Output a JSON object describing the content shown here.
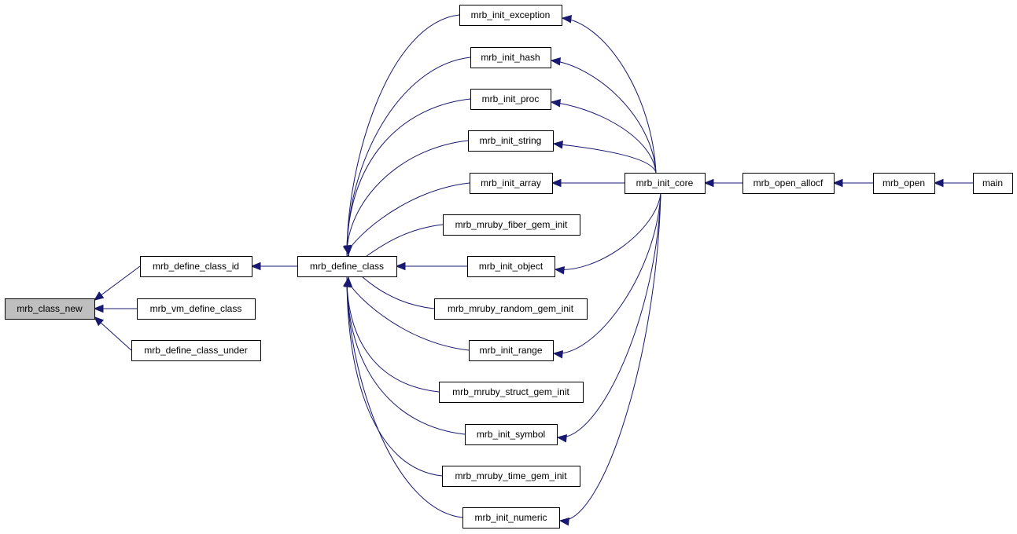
{
  "graph": {
    "type": "caller-graph",
    "colors": {
      "edge": "#191970",
      "node_border": "#000000",
      "node_fill": "#ffffff",
      "current_node_fill": "#bfbfbf"
    },
    "nodes": [
      {
        "id": "mrb_class_new",
        "label": "mrb_class_new",
        "current": true
      },
      {
        "id": "mrb_define_class_id",
        "label": "mrb_define_class_id"
      },
      {
        "id": "mrb_vm_define_class",
        "label": "mrb_vm_define_class"
      },
      {
        "id": "mrb_define_class_under",
        "label": "mrb_define_class_under"
      },
      {
        "id": "mrb_define_class",
        "label": "mrb_define_class"
      },
      {
        "id": "mrb_init_exception",
        "label": "mrb_init_exception"
      },
      {
        "id": "mrb_init_hash",
        "label": "mrb_init_hash"
      },
      {
        "id": "mrb_init_proc",
        "label": "mrb_init_proc"
      },
      {
        "id": "mrb_init_string",
        "label": "mrb_init_string"
      },
      {
        "id": "mrb_init_array",
        "label": "mrb_init_array"
      },
      {
        "id": "mrb_mruby_fiber_gem_init",
        "label": "mrb_mruby_fiber_gem_init"
      },
      {
        "id": "mrb_init_object",
        "label": "mrb_init_object"
      },
      {
        "id": "mrb_mruby_random_gem_init",
        "label": "mrb_mruby_random_gem_init"
      },
      {
        "id": "mrb_init_range",
        "label": "mrb_init_range"
      },
      {
        "id": "mrb_mruby_struct_gem_init",
        "label": "mrb_mruby_struct_gem_init"
      },
      {
        "id": "mrb_init_symbol",
        "label": "mrb_init_symbol"
      },
      {
        "id": "mrb_mruby_time_gem_init",
        "label": "mrb_mruby_time_gem_init"
      },
      {
        "id": "mrb_init_numeric",
        "label": "mrb_init_numeric"
      },
      {
        "id": "mrb_init_core",
        "label": "mrb_init_core"
      },
      {
        "id": "mrb_open_allocf",
        "label": "mrb_open_allocf"
      },
      {
        "id": "mrb_open",
        "label": "mrb_open"
      },
      {
        "id": "main",
        "label": "main"
      }
    ],
    "edges": [
      {
        "from": "mrb_define_class_id",
        "to": "mrb_class_new"
      },
      {
        "from": "mrb_vm_define_class",
        "to": "mrb_class_new"
      },
      {
        "from": "mrb_define_class_under",
        "to": "mrb_class_new"
      },
      {
        "from": "mrb_define_class",
        "to": "mrb_define_class_id"
      },
      {
        "from": "mrb_init_exception",
        "to": "mrb_define_class"
      },
      {
        "from": "mrb_init_hash",
        "to": "mrb_define_class"
      },
      {
        "from": "mrb_init_proc",
        "to": "mrb_define_class"
      },
      {
        "from": "mrb_init_string",
        "to": "mrb_define_class"
      },
      {
        "from": "mrb_init_array",
        "to": "mrb_define_class"
      },
      {
        "from": "mrb_mruby_fiber_gem_init",
        "to": "mrb_define_class"
      },
      {
        "from": "mrb_init_object",
        "to": "mrb_define_class"
      },
      {
        "from": "mrb_mruby_random_gem_init",
        "to": "mrb_define_class"
      },
      {
        "from": "mrb_init_range",
        "to": "mrb_define_class"
      },
      {
        "from": "mrb_mruby_struct_gem_init",
        "to": "mrb_define_class"
      },
      {
        "from": "mrb_init_symbol",
        "to": "mrb_define_class"
      },
      {
        "from": "mrb_mruby_time_gem_init",
        "to": "mrb_define_class"
      },
      {
        "from": "mrb_init_numeric",
        "to": "mrb_define_class"
      },
      {
        "from": "mrb_init_core",
        "to": "mrb_init_exception"
      },
      {
        "from": "mrb_init_core",
        "to": "mrb_init_hash"
      },
      {
        "from": "mrb_init_core",
        "to": "mrb_init_proc"
      },
      {
        "from": "mrb_init_core",
        "to": "mrb_init_string"
      },
      {
        "from": "mrb_init_core",
        "to": "mrb_init_array"
      },
      {
        "from": "mrb_init_core",
        "to": "mrb_init_object"
      },
      {
        "from": "mrb_init_core",
        "to": "mrb_init_range"
      },
      {
        "from": "mrb_init_core",
        "to": "mrb_init_symbol"
      },
      {
        "from": "mrb_init_core",
        "to": "mrb_init_numeric"
      },
      {
        "from": "mrb_open_allocf",
        "to": "mrb_init_core"
      },
      {
        "from": "mrb_open",
        "to": "mrb_open_allocf"
      },
      {
        "from": "main",
        "to": "mrb_open"
      }
    ]
  }
}
